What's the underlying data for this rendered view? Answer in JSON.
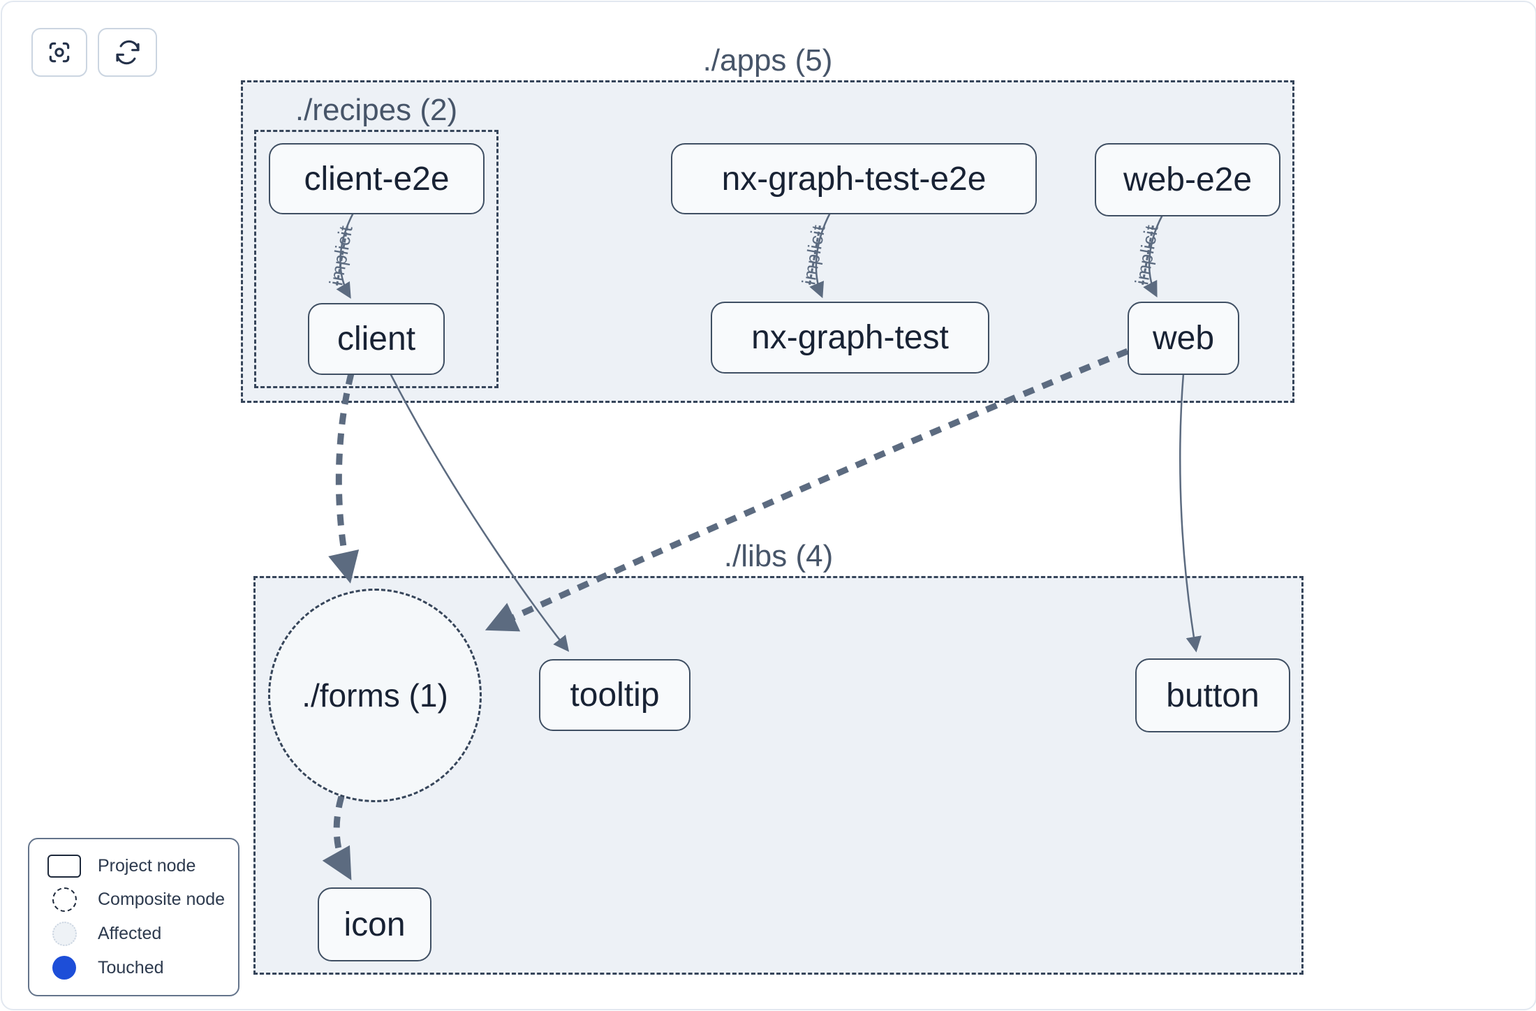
{
  "toolbar": {
    "buttons": [
      {
        "icon": "focus-crosshair-icon"
      },
      {
        "icon": "refresh-icon"
      }
    ]
  },
  "graph": {
    "groups": {
      "apps": "./apps (5)",
      "recipes": "./recipes (2)",
      "libs": "./libs (4)"
    },
    "composite_node": "./forms (1)",
    "nodes": {
      "client_e2e": "client-e2e",
      "client": "client",
      "nx_graph_test_e2e": "nx-graph-test-e2e",
      "nx_graph_test": "nx-graph-test",
      "web_e2e": "web-e2e",
      "web": "web",
      "tooltip": "tooltip",
      "button": "button",
      "icon": "icon"
    },
    "implicit_label": "implicit"
  },
  "legend": {
    "items": [
      {
        "icon": "project-node-swatch",
        "label": "Project node"
      },
      {
        "icon": "composite-node-swatch",
        "label": "Composite node"
      },
      {
        "icon": "affected-swatch",
        "label": "Affected"
      },
      {
        "icon": "touched-swatch",
        "label": "Touched"
      }
    ]
  },
  "colors": {
    "container_fill": "#edf1f6",
    "node_fill": "#f8fafc",
    "dashed_border": "#36455a",
    "edge": "#5c6b80",
    "touched_blue": "#1d4ed8",
    "title_text": "#475569",
    "node_text": "#182234"
  }
}
